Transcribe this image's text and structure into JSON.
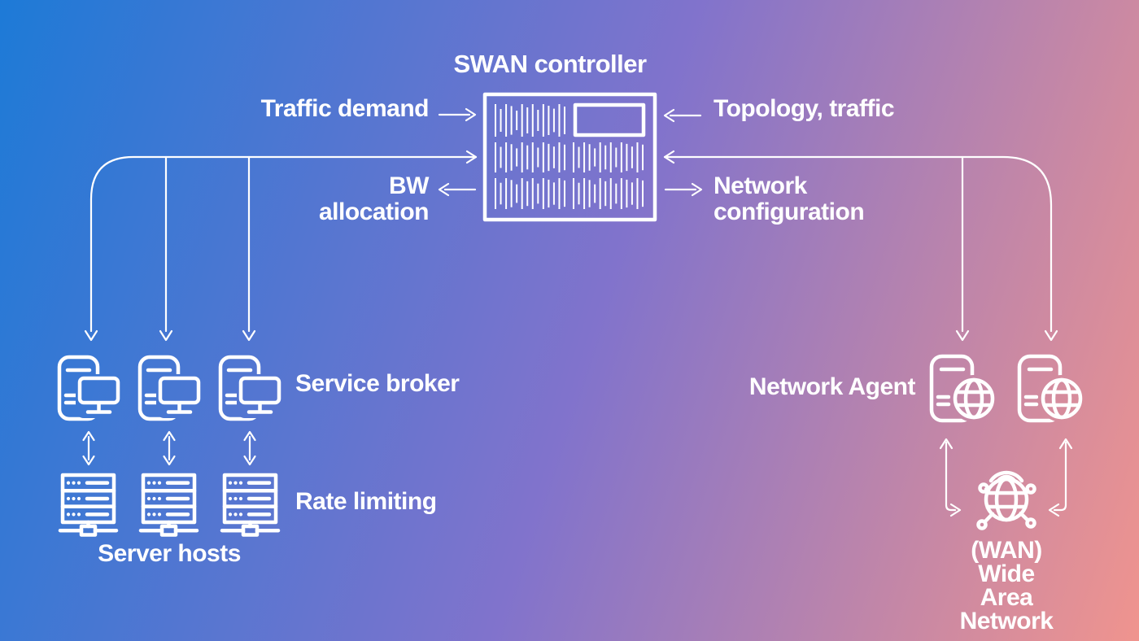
{
  "title": "SWAN controller",
  "colors": {
    "bg_start": "#1d7ad7",
    "bg_mid": "#8173cc",
    "bg_end": "#f0948e",
    "stroke": "#ffffff"
  },
  "flows": {
    "traffic_demand": "Traffic demand",
    "topology_traffic": "Topology, traffic",
    "bw_allocation": "BW\nallocation",
    "network_configuration": "Network\nconfiguration"
  },
  "nodes": {
    "service_broker": "Service broker",
    "rate_limiting": "Rate limiting",
    "server_hosts": "Server hosts",
    "network_agent": "Network Agent",
    "wan": "(WAN) Wide\nArea Network"
  }
}
